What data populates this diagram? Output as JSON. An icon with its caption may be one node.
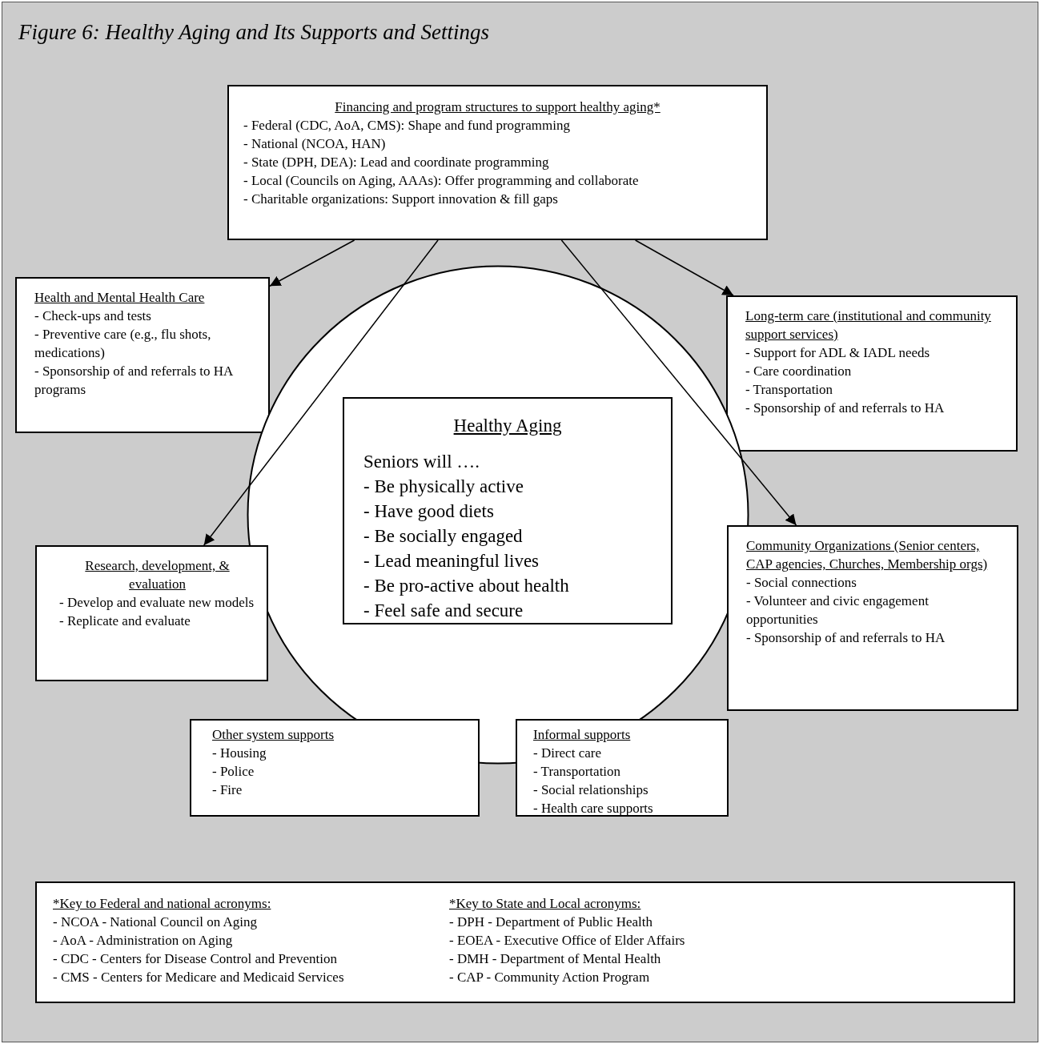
{
  "diagram": {
    "title": "Figure 6: Healthy Aging and Its Supports and Settings",
    "nodes": [
      {
        "text": [
          "Financing and program structures to support healthy aging*",
          "- Federal (CDC, AoA, CMS): Shape and fund programming",
          "- National (NCOA, HAN)",
          "- State (DPH, DEA): Lead and coordinate programming",
          "- Local (Councils on Aging, AAAs): Offer programming and collaborate",
          "- Charitable organizations: Support innovation & fill gaps"
        ]
      },
      {
        "text": [
          "Health and Mental Health Care",
          "- Check-ups and tests",
          "- Preventive care (e.g., flu shots, medications)",
          "- Sponsorship of and referrals to HA programs"
        ]
      },
      {
        "text": [
          "Long-term care (institutional and community support services)",
          "- Support for ADL & IADL needs",
          "- Care coordination",
          "- Transportation",
          "- Sponsorship of and referrals to HA"
        ]
      },
      {
        "text": [],
        "shape": "circle"
      },
      {
        "text": [
          "Healthy Aging",
          "Seniors will ….",
          "- Be physically active",
          "- Have good diets",
          "- Be socially engaged",
          "- Lead meaningful lives",
          "- Be pro-active about health",
          "- Feel safe and secure"
        ],
        "in": 3
      },
      {
        "text": [
          "Research, development, & evaluation",
          "- Develop and evaluate new models",
          "- Replicate and evaluate"
        ]
      },
      {
        "text": [
          "Community Organizations (Senior centers, CAP agencies, Churches, Membership orgs)",
          "- Social connections",
          "- Volunteer and civic engagement opportunities",
          "- Sponsorship of and referrals to HA"
        ]
      },
      {
        "text": [
          "Other system supports",
          "- Housing",
          "- Police",
          "- Fire"
        ]
      },
      {
        "text": [
          "Informal supports",
          "- Direct care",
          "- Transportation",
          "- Social relationships",
          "- Health care supports"
        ]
      },
      {
        "text": [
          "*Key to Federal and national acronyms:",
          "- NCOA - National Council on Aging",
          "- AoA - Administration on Aging",
          "- CDC - Centers for Disease Control and Prevention",
          "- CMS - Centers for Medicare and Medicaid Services",
          "*Key to State and Local acronyms:",
          "- DPH - Department of Public Health",
          "- EOEA - Executive Office of Elder Affairs",
          "- DMH - Department of Mental Health",
          "- CAP - Community Action Program"
        ]
      }
    ],
    "edges": [
      {
        "from": 0,
        "to": 1,
        "arrow": "to"
      },
      {
        "from": 0,
        "to": 5,
        "arrow": "to"
      },
      {
        "from": 0,
        "to": 6,
        "arrow": "to"
      },
      {
        "from": 0,
        "to": 2,
        "arrow": "to"
      }
    ]
  }
}
